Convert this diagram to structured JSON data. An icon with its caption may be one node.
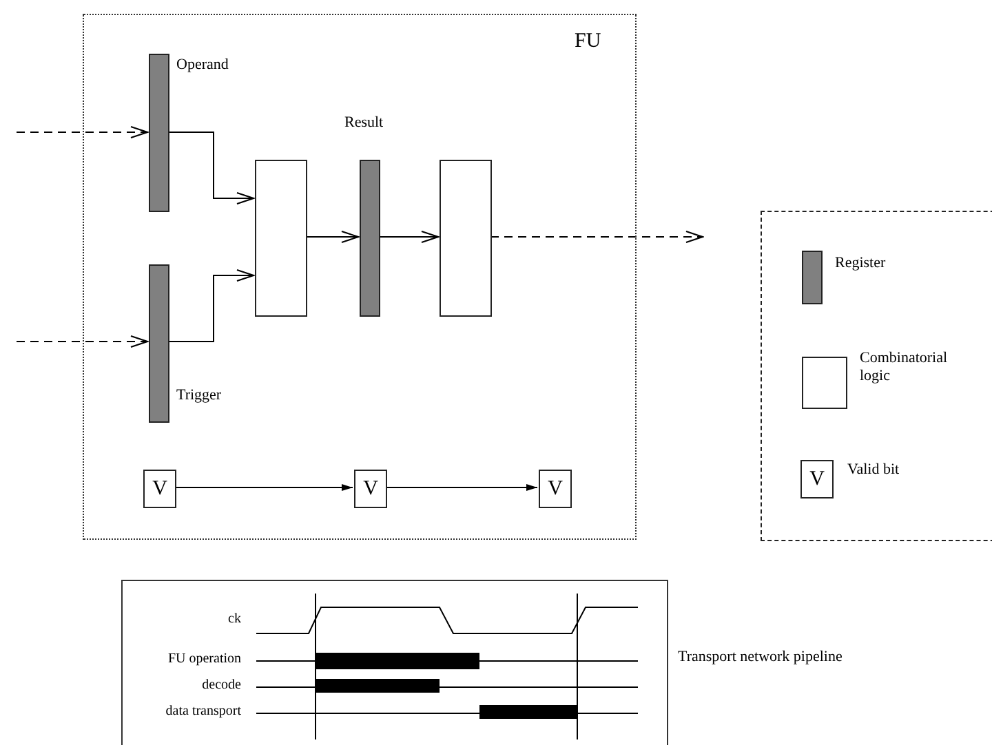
{
  "diagram": {
    "nodes": [
      {
        "text": [
          "FU"
        ]
      },
      {
        "text": [],
        "shape": "bar",
        "beside": [
          "Operand"
        ],
        "in": 0
      },
      {
        "text": [],
        "shape": "bar",
        "beside": [
          "Trigger"
        ],
        "in": 0
      },
      {
        "text": [],
        "shape": "box",
        "in": 0
      },
      {
        "text": [],
        "shape": "bar",
        "beside": [
          "Result"
        ],
        "in": 0
      },
      {
        "text": [],
        "shape": "box",
        "in": 0
      },
      {
        "text": [
          "V"
        ],
        "in": 0
      },
      {
        "text": [
          "V"
        ],
        "in": 0
      },
      {
        "text": [
          "V"
        ],
        "in": 0
      },
      {
        "text": [
          "V"
        ]
      }
    ],
    "edges": [
      {
        "from": null,
        "to": 1,
        "arrow": "to",
        "style": "dashed"
      },
      {
        "from": null,
        "to": 2,
        "arrow": "to",
        "style": "dashed"
      },
      {
        "from": 1,
        "to": 3,
        "arrow": "to"
      },
      {
        "from": 2,
        "to": 3,
        "arrow": "to"
      },
      {
        "from": 3,
        "to": 4,
        "arrow": "to"
      },
      {
        "from": 4,
        "to": 5,
        "arrow": "to"
      },
      {
        "from": 5,
        "to": null,
        "arrow": "to",
        "style": "dashed"
      },
      {
        "from": 6,
        "to": 7,
        "arrow": "to"
      },
      {
        "from": 7,
        "to": 8,
        "arrow": "to"
      }
    ],
    "labels": [
      "ck",
      "FU operation",
      "decode",
      "data transport",
      "Transport network pipeline"
    ],
    "legend": [
      {
        "text": "Register"
      },
      {
        "text": "Combinatorial logic"
      },
      {
        "text": "Valid bit"
      }
    ]
  }
}
